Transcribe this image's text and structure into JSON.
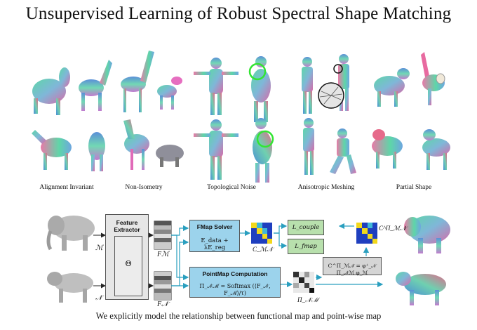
{
  "title": "Unsupervised Learning of Robust Spectral Shape Matching",
  "categories": [
    {
      "label": "Alignment Invariant"
    },
    {
      "label": "Non-Isometry"
    },
    {
      "label": "Topological Noise"
    },
    {
      "label": "Anisotropic Meshing"
    },
    {
      "label": "Partial Shape"
    }
  ],
  "diagram": {
    "shape_m": "ℳ",
    "shape_n": "𝒩",
    "feature_extractor": "Feature Extractor",
    "theta": "Θ",
    "fm_label": "Fℳ",
    "fn_label": "F𝒩",
    "fmap_solver": {
      "title": "FMap Solver",
      "equation": "E_data + λE_reg"
    },
    "pointmap": {
      "title": "PointMap Computation",
      "equation": "Π_𝒩ℳ = Softmax (⟨F_𝒩, F_ℳ⟩/τ)"
    },
    "c_mn": "C_ℳ𝒩",
    "pi_nm": "Π_𝒩ℳ",
    "l_couple": "L_couple",
    "l_fmap": "L_fmap",
    "c_pi": "C^Π_ℳ𝒩",
    "c_pi_eq": "C^Π_ℳ𝒩 = φ⁺_𝒩 Π_𝒩ℳ φ_ℳ"
  },
  "caption": "We explicitly model the relationship between functional map and point-wise map",
  "colors": {
    "blue_box": "#9cd3ec",
    "green_box": "#b8e0ad",
    "grey_box": "#d5d5d5",
    "arrow": "#2a9fbf",
    "highlight_circle": "#33e533"
  }
}
